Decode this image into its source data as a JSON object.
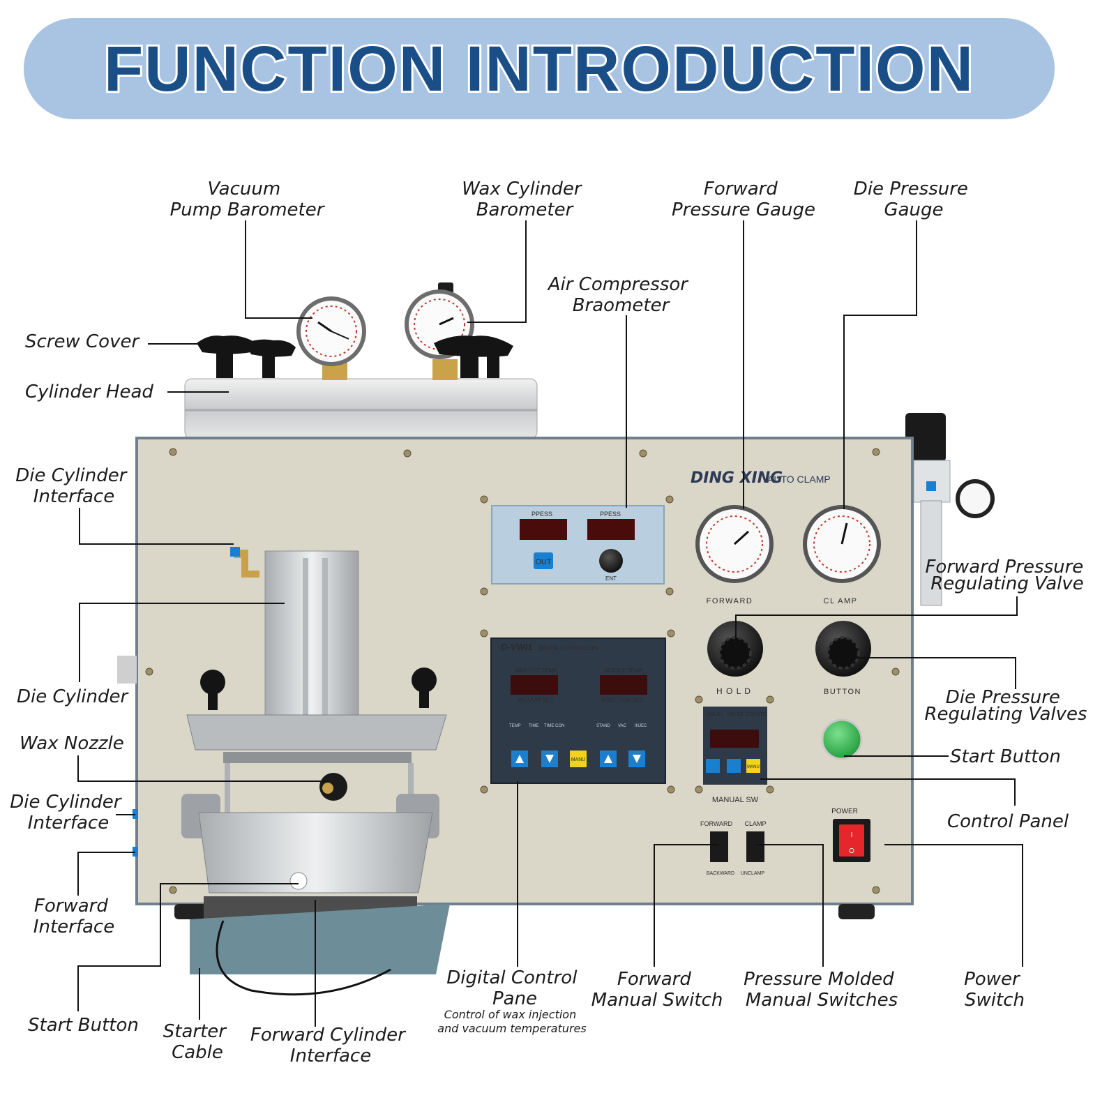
{
  "banner": {
    "title": "FUNCTION INTRODUCTION"
  },
  "labels": {
    "vacuum_pump_barometer": [
      "Vacuum",
      "Pump Barometer"
    ],
    "wax_cylinder_barometer": [
      "Wax Cylinder",
      "Barometer"
    ],
    "forward_pressure_gauge": [
      "Forward",
      "Pressure Gauge"
    ],
    "die_pressure_gauge": [
      "Die Pressure",
      "Gauge"
    ],
    "air_compressor_barometer": [
      "Air Compressor",
      "Braometer"
    ],
    "screw_cover": "Screw Cover",
    "cylinder_head": "Cylinder Head",
    "die_cylinder_interface_top": [
      "Die Cylinder",
      "Interface"
    ],
    "forward_pressure_regulating_valve": [
      "Forward Pressure",
      "Regulating Valve"
    ],
    "die_cylinder": "Die Cylinder",
    "die_pressure_regulating_valves": [
      "Die Pressure",
      "Regulating Valves"
    ],
    "wax_nozzle": "Wax Nozzle",
    "start_button_right": "Start Button",
    "die_cylinder_interface_left": [
      "Die Cylinder",
      "Interface"
    ],
    "control_panel": "Control Panel",
    "forward_interface": [
      "Forward",
      "Interface"
    ],
    "start_button_left": "Start Button",
    "starter_cable": [
      "Starter",
      "Cable"
    ],
    "forward_cylinder_interface": [
      "Forward Cylinder",
      "Interface"
    ],
    "digital_control_pane": [
      "Digital Control",
      "Pane"
    ],
    "digital_control_pane_note": [
      "Control of wax injection",
      "and vacuum temperatures"
    ],
    "forward_manual_switch": [
      "Forward",
      "Manual Switch"
    ],
    "pressure_molded_manual_switches": [
      "Pressure Molded",
      "Manual Switches"
    ],
    "power_switch": [
      "Power",
      "Switch"
    ]
  },
  "machine": {
    "brand": "DING XING",
    "brand_sub": "AUTO CLAMP",
    "display_label_left": "PPESS",
    "display_label_right": "PPESS",
    "out_button": "OUT",
    "knob_label": "ENT",
    "gauge_forward_label": "FORWARD",
    "gauge_clamp_label": "CL AMP",
    "hold_label": "H O L D",
    "button_label": "BUTTON",
    "controller_title": "D-VWI1",
    "controller_subtitle": "DIGITAL CONTROLLER",
    "wax_pot_temp": "WAX POT TEMP.",
    "nozzle_temp": "NOZZLE TEMP.",
    "vacuum_sec": "VACUUM SEC.",
    "injection_sec": "INJECTION SEC.",
    "ind_temp": "TEMP",
    "ind_time": "TIME",
    "ind_timecon": "TIME CON",
    "ind_stand": "STAND",
    "ind_vac": "VAC",
    "ind_injec": "INJEC",
    "manu_label": "MANU",
    "hold1": "HOLD1",
    "hold2": "HOLD2",
    "counts": "COUNTS",
    "manual_sw": "MANUAL SW",
    "sw_forward": "FORWARD",
    "sw_clamp": "CLAMP",
    "sw_backward": "BACKWARD",
    "sw_unclamp": "UNCLAMP",
    "power_label": "POWER",
    "power_on": "I",
    "power_off": "O"
  },
  "colors": {
    "banner_fill": "#a9c4e2",
    "banner_text": "#1a4e86",
    "cabinet": "#dad7c9",
    "cabinet_edge": "#6f7f8c",
    "display_panel": "#b9cfe0",
    "controller": "#2e3a48",
    "led_red": "#c01d1d",
    "button_blue": "#1b7fd0",
    "button_yellow": "#f2d21c",
    "start_green": "#2fb34a",
    "power_red": "#e5262a"
  }
}
